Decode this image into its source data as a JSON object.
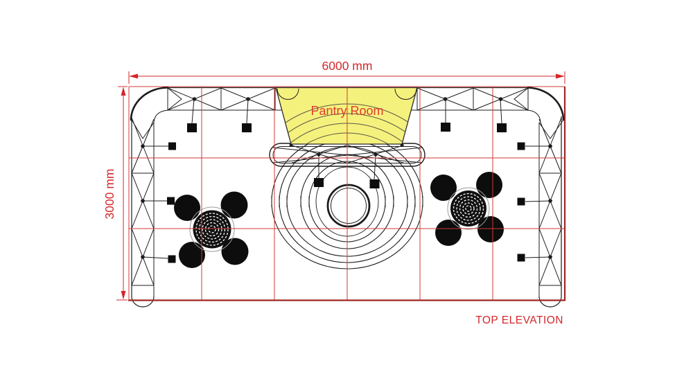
{
  "labels": {
    "pantry_room": "Pantry Room",
    "view_title": "TOP ELEVATION"
  },
  "dimensions": {
    "width": "6000 mm",
    "height": "3000 mm"
  },
  "colors": {
    "dim-red": "#d4272b",
    "grid-red": "#cc3b35",
    "border-red": "#9e2723",
    "pantry-yellow": "#f5f17d",
    "ink": "#1c1c1c"
  },
  "plan": {
    "grid_columns": 6,
    "grid_rows": 3,
    "seating_clusters": [
      {
        "position": "left",
        "tables": 1,
        "chairs": 4
      },
      {
        "position": "right",
        "tables": 1,
        "chairs": 4
      }
    ],
    "ceiling_spotlights": 6,
    "wall_spotlights": 6
  }
}
